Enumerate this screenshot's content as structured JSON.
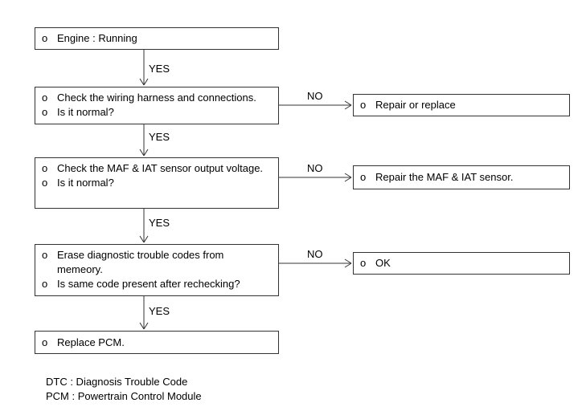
{
  "bullet": "o",
  "steps": [
    {
      "lines": [
        "Engine : Running"
      ]
    },
    {
      "lines": [
        "Check the wiring harness and connections.",
        "Is it normal?"
      ]
    },
    {
      "lines": [
        "Check the MAF & IAT sensor output voltage.",
        "Is it normal?"
      ]
    },
    {
      "lines": [
        "Erase diagnostic trouble codes from memeory.",
        "Is same code present after rechecking?"
      ]
    },
    {
      "lines": [
        "Replace PCM."
      ]
    }
  ],
  "outcomes": [
    {
      "text": "Repair or replace"
    },
    {
      "text": "Repair the MAF & IAT sensor."
    },
    {
      "text": "OK"
    }
  ],
  "yes_label": "YES",
  "no_label": "NO",
  "legend": [
    "DTC : Diagnosis Trouble Code",
    "PCM : Powertrain Control Module"
  ]
}
